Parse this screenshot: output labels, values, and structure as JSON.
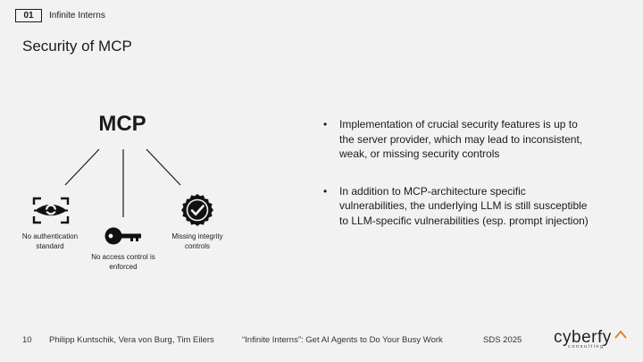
{
  "header": {
    "section_number": "01",
    "section_title": "Infinite Interns"
  },
  "page_title": "Security of MCP",
  "diagram": {
    "center_label": "MCP",
    "items": [
      {
        "icon": "eye-scan-icon",
        "caption_lines": [
          "No authentication",
          "standard"
        ]
      },
      {
        "icon": "key-icon",
        "caption_lines": [
          "No access control is",
          "enforced"
        ]
      },
      {
        "icon": "verified-badge-icon",
        "caption_lines": [
          "Missing integrity",
          "controls"
        ]
      }
    ]
  },
  "bullets": [
    {
      "marker": "•",
      "text": "Implementation of crucial security features is up to the server provider, which may lead to inconsistent, weak, or missing security controls"
    },
    {
      "marker": "•",
      "text": "In addition to MCP-architecture specific vulnerabilities, the underlying LLM is still susceptible to LLM-specific vulnerabilities (esp. prompt injection)"
    }
  ],
  "footer": {
    "page_number": "10",
    "authors": "Philipp Kuntschik, Vera von Burg, Tim Eilers",
    "talk_title": "“Infinite Interns”: Get AI Agents to Do Your Busy Work",
    "event": "SDS 2025"
  },
  "logo": {
    "name": "cyberfy",
    "tagline": "consulting",
    "accent_color": "#e07a1f"
  }
}
